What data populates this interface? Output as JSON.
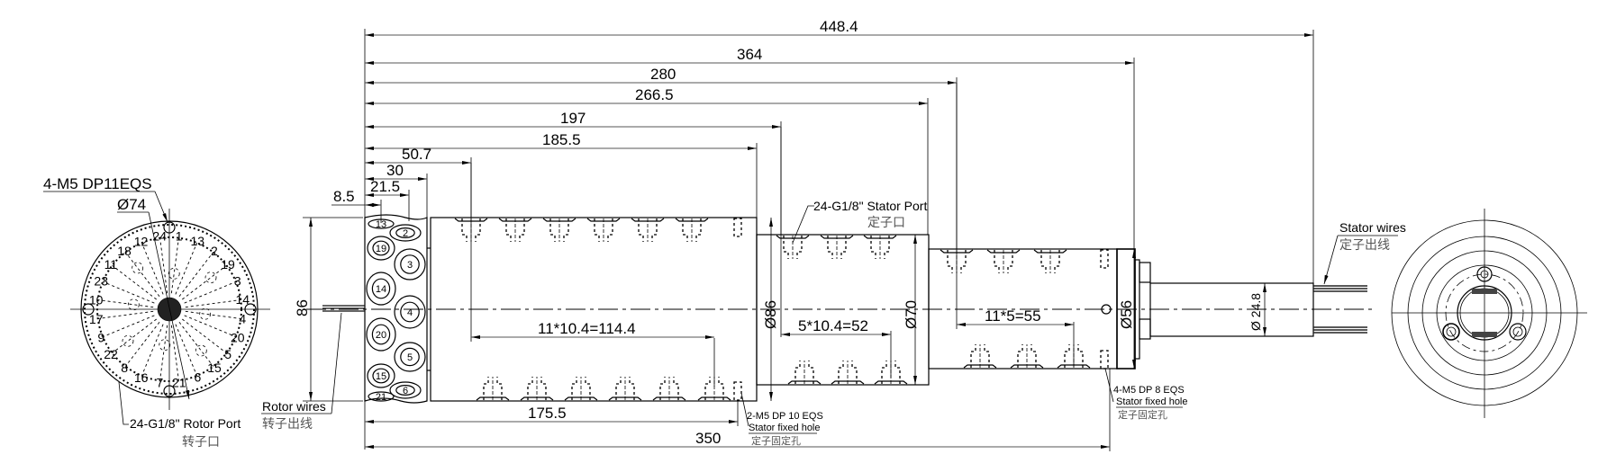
{
  "title": "Rotary union / slip ring assembly drawing",
  "overall_dims": {
    "total": "448.4",
    "d364": "364",
    "d280": "280",
    "d266_5": "266.5",
    "d197": "197",
    "d185_5": "185.5",
    "d50_7": "50.7",
    "d30": "30",
    "d21_5": "21.5",
    "d8_5": "8.5",
    "d175_5": "175.5",
    "d350": "350"
  },
  "diameters": {
    "height": "86",
    "body1": "Ø86",
    "body2": "Ø70",
    "body3": "Ø56",
    "shaft": "Ø 24.8"
  },
  "pitch_dims": {
    "p1": "11*10.4=114.4",
    "p2": "5*10.4=52",
    "p3": "11*5=55"
  },
  "left_view": {
    "hole_note": "4-M5 DP11EQS",
    "diameter": "Ø74",
    "port_note": "24-G1/8\"  Rotor Port",
    "port_note_cn": "转子口",
    "port_numbers": [
      "1",
      "13",
      "2",
      "19",
      "3",
      "14",
      "4",
      "20",
      "5",
      "15",
      "6",
      "21",
      "7",
      "16",
      "8",
      "22",
      "9",
      "17",
      "10",
      "23",
      "11",
      "18",
      "12",
      "24"
    ]
  },
  "rotor_end": {
    "port_numbers": [
      "13",
      "2",
      "19",
      "3",
      "14",
      "4",
      "20",
      "5",
      "15",
      "6",
      "21"
    ],
    "wires_label": "Rotor wires",
    "wires_label_cn": "转子出线"
  },
  "stator": {
    "port_note": "24-G1/8\" Stator Port",
    "port_note_cn": "定子口",
    "fix1_spec": "2-M5 DP 10 EQS",
    "fix1_label": "Stator fixed hole",
    "fix1_label_cn": "定子固定孔",
    "fix2_spec": "4-M5 DP 8 EQS",
    "fix2_label": "Stator fixed hole",
    "fix2_label_cn": "定子固定孔",
    "wires_label": "Stator wires",
    "wires_label_cn": "定子出线"
  }
}
